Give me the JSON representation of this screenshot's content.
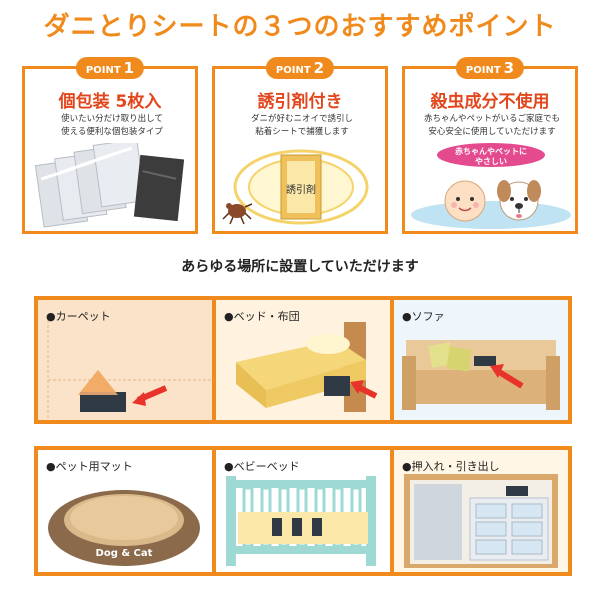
{
  "headline": "ダニとりシートの３つのおすすめポイント",
  "points": [
    {
      "badge": "POINT",
      "num": "1",
      "title": "個包装 5枚入",
      "desc": [
        "使いたい分だけ取り出して",
        "使える便利な個包装タイプ"
      ]
    },
    {
      "badge": "POINT",
      "num": "2",
      "title": "誘引剤付き",
      "desc": [
        "ダニが好むニオイで誘引し",
        "粘着シートで捕獲します"
      ],
      "sheet_label": "誘引剤"
    },
    {
      "badge": "POINT",
      "num": "3",
      "title": "殺虫成分不使用",
      "desc": [
        "赤ちゃんやペットがいるご家庭でも",
        "安心安全に使用していただけます"
      ],
      "bubble": [
        "赤ちゃんやペットに",
        "やさしい"
      ]
    }
  ],
  "subheading": "あらゆる場所に設置していただけます",
  "locations": [
    {
      "label": "●カーペット"
    },
    {
      "label": "●ベッド・布団"
    },
    {
      "label": "●ソファ"
    },
    {
      "label": "●ペット用マット",
      "bed_text": "Dog & Cat"
    },
    {
      "label": "●ベビーベッド"
    },
    {
      "label": "●押入れ・引き出し"
    }
  ],
  "colors": {
    "accent": "#f08a1c",
    "title_red": "#e2461c",
    "arrow": "#e8332a"
  }
}
